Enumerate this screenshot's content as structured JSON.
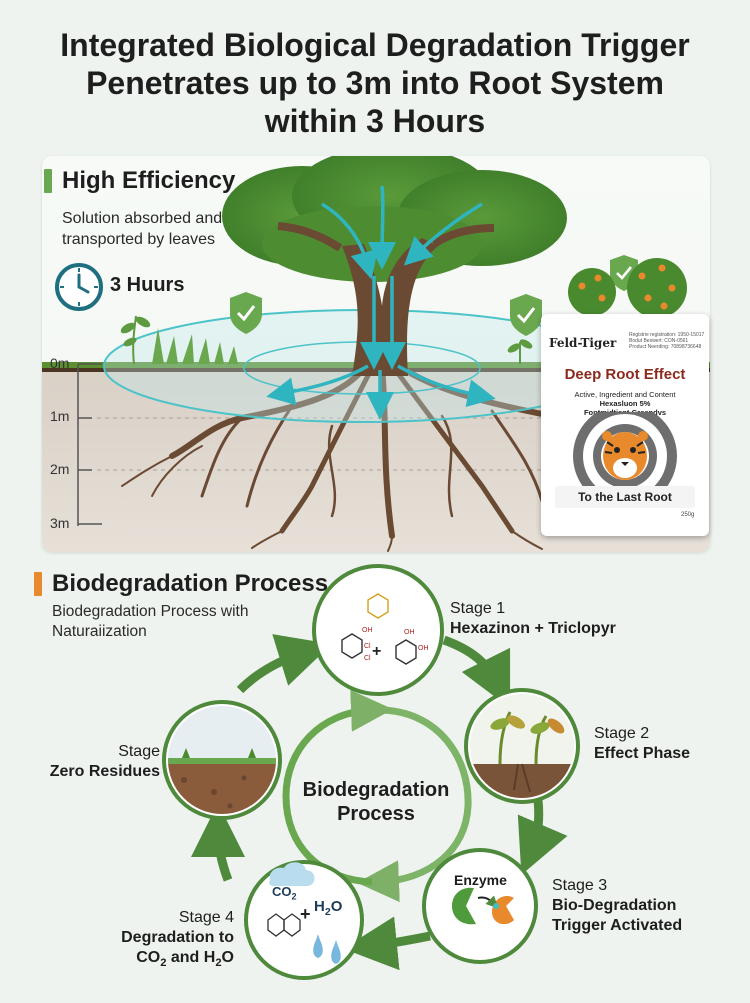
{
  "title": {
    "line1": "Integrated Biological Degradation Trigger",
    "line2": "Penetrates up to 3m into Root System",
    "line3": "within 3 Hours"
  },
  "efficiency": {
    "heading": "High Efficiency",
    "description": "Solution absorbed and transported by leaves",
    "time_label": "3 Huurs",
    "depth_labels": [
      "0m",
      "1m",
      "2m",
      "3m"
    ]
  },
  "product": {
    "brand": "Feld-Tiger",
    "registration": "Registrie registration: 1950-15017 Bodut Beswert: CON-0561 Product Neerding: 70898736648",
    "name": "Deep Root Effect",
    "ingredients_line1": "Active, Ingredient and Content",
    "ingredients_line2": "Hexasluon 5%",
    "ingredients_line3": "Fontmidtiant Greendvs",
    "slogan": "To the Last Root",
    "weight": "250g"
  },
  "biodegradation": {
    "heading": "Biodegradation Process",
    "description": "Biodegradation Process with Naturaiization",
    "center_line1": "Biodegradation",
    "center_line2": "Process",
    "stages": [
      {
        "label": "Stage 1",
        "name": "Hexazinon + Triclopyr"
      },
      {
        "label": "Stage 2",
        "name": "Effect Phase"
      },
      {
        "label": "Stage 3",
        "name_line1": "Bio-Degradation",
        "name_line2": "Trigger Activated"
      },
      {
        "label": "Stage 4",
        "name_line1": "Degradation to"
      },
      {
        "label": "Stage",
        "name": "Zero Residues"
      }
    ],
    "enzyme_label": "Enzyme",
    "plus": "+"
  },
  "colors": {
    "accent_green": "#6aa84f",
    "accent_orange": "#e8892c",
    "arrow_green": "#4f8a3c",
    "flow_cyan": "#3fbfc2",
    "soil": "#d7cfc6"
  }
}
